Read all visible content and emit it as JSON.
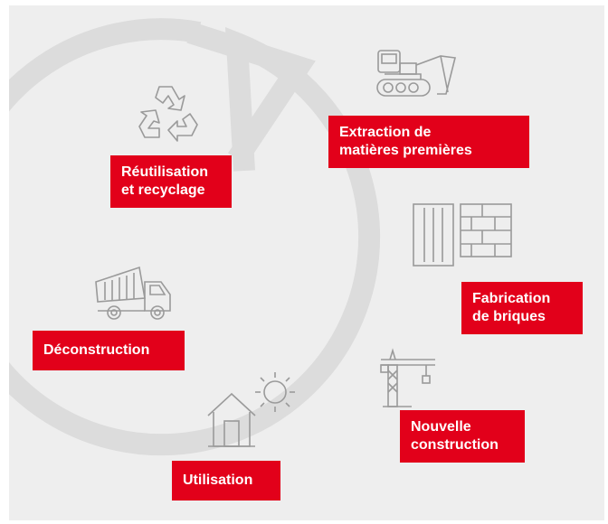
{
  "stages": [
    {
      "id": "extraction",
      "lines": [
        "Extraction de",
        "matières premières"
      ],
      "icon": "excavator-icon"
    },
    {
      "id": "fabrication",
      "lines": [
        "Fabrication",
        "de briques"
      ],
      "icon": "brick-panels-icon"
    },
    {
      "id": "construction",
      "lines": [
        "Nouvelle",
        "construction"
      ],
      "icon": "crane-icon"
    },
    {
      "id": "utilisation",
      "lines": [
        "Utilisation"
      ],
      "icon": "house-sun-icon"
    },
    {
      "id": "deconstruction",
      "lines": [
        "Déconstruction"
      ],
      "icon": "dump-truck-icon"
    },
    {
      "id": "recyclage",
      "lines": [
        "Réutilisation",
        "et recyclage"
      ],
      "icon": "recycle-icon"
    }
  ],
  "colors": {
    "accent": "#e2001a",
    "background": "#eeeeee",
    "cycle": "#dcdcdc",
    "icon": "#9a9a9a"
  }
}
